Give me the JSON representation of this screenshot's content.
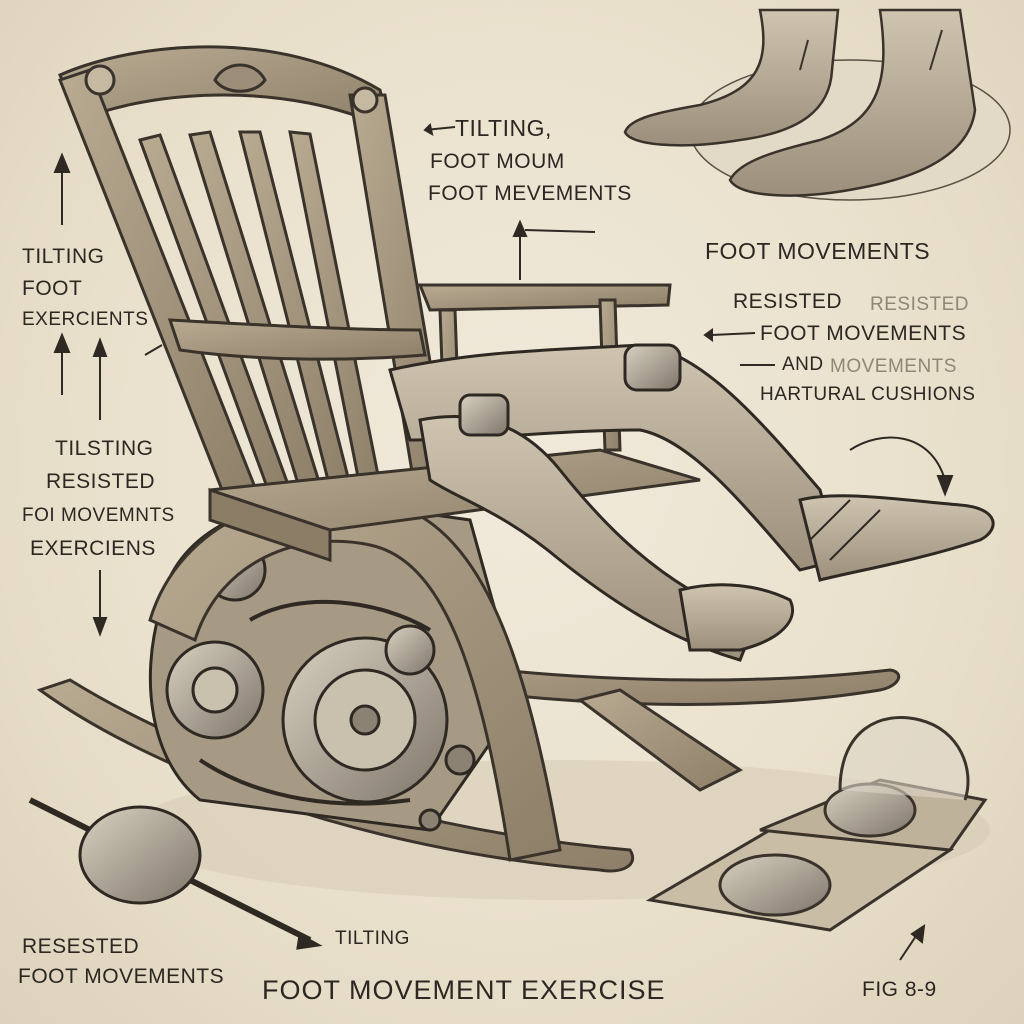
{
  "diagram": {
    "caption": "FOOT MOVEMENT EXERCISE",
    "figure_number": "FIG 8-9",
    "header_faint": "",
    "labels": {
      "tilting_top": "TILTING,",
      "foot_moum": "FOOT MOUM",
      "foot_movements_top": "FOOT MEVEMENTS",
      "foot_movements_right": "FOOT MOVEMENTS",
      "resisted_right": "RESISTED",
      "resisted_right_faded": "RESISTED",
      "foot_movements_right2": "FOOT MOVEMENTS",
      "and": "AND",
      "and_faded": "MOVEMENTS",
      "hartural_cushions": "HARTURAL CUSHIONS",
      "tilting_left": "TILTING",
      "foot_left": "FOOT",
      "exercients": "EXERCIENTS",
      "tilting_left2": "TILSTING",
      "resisted_left": "RESISTED",
      "fo_movemnts": "FOI MOVEMNTS",
      "exerciens": "EXERCIENS",
      "resested_bottom": "RESESTED",
      "foot_movements_bottom": "FOOT MOVEMENTS",
      "tilting_bottom": "TILTING"
    }
  }
}
